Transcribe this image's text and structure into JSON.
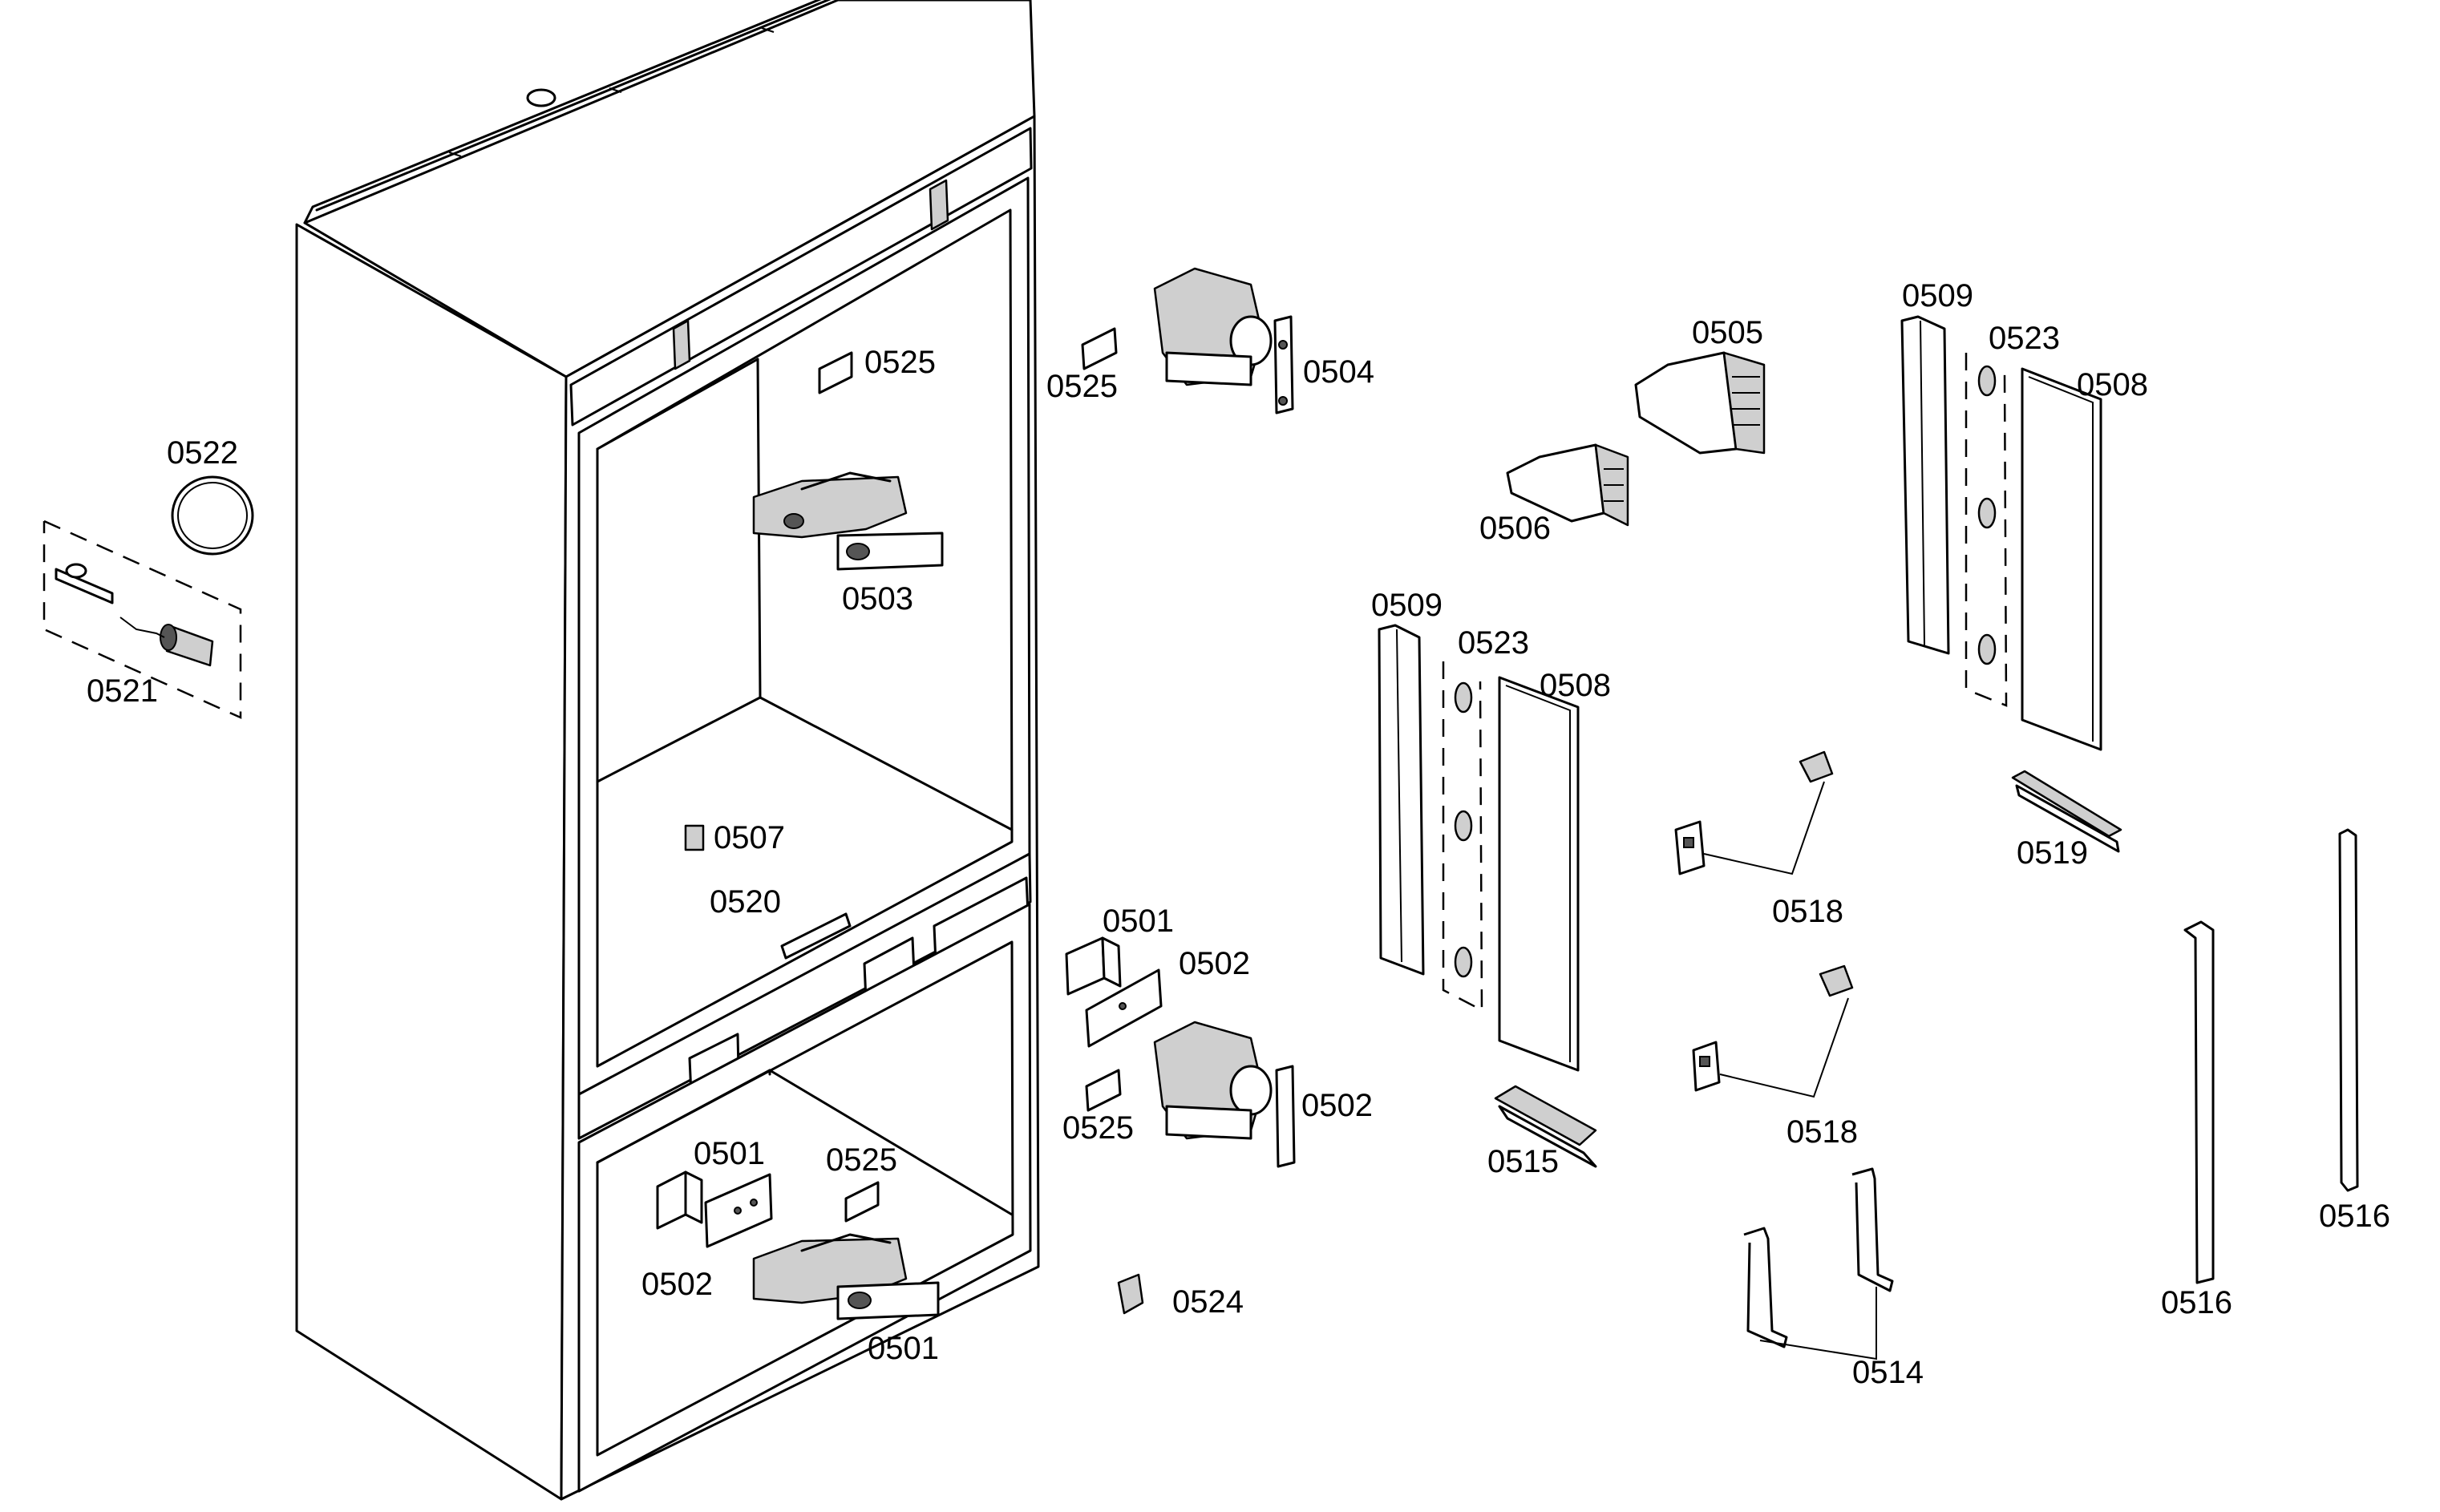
{
  "labels": {
    "p0501_a": "0501",
    "p0501_b": "0501",
    "p0501_c": "0501",
    "p0502_a": "0502",
    "p0502_b": "0502",
    "p0502_c": "0502",
    "p0503": "0503",
    "p0504": "0504",
    "p0505": "0505",
    "p0506": "0506",
    "p0507": "0507",
    "p0508_a": "0508",
    "p0508_b": "0508",
    "p0509_a": "0509",
    "p0509_b": "0509",
    "p0514": "0514",
    "p0515": "0515",
    "p0516_a": "0516",
    "p0516_b": "0516",
    "p0518_a": "0518",
    "p0518_b": "0518",
    "p0519": "0519",
    "p0520": "0520",
    "p0521": "0521",
    "p0522": "0522",
    "p0523_a": "0523",
    "p0523_b": "0523",
    "p0524": "0524",
    "p0525_a": "0525",
    "p0525_b": "0525",
    "p0525_c": "0525",
    "p0525_d": "0525"
  }
}
